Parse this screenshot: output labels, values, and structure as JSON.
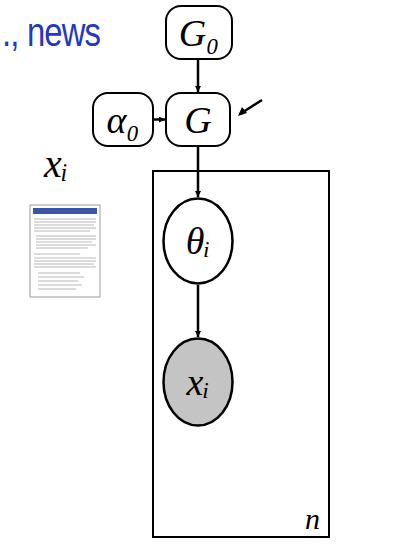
{
  "diagram": {
    "nodes": [
      {
        "text": [
          "G₀"
        ]
      },
      {
        "text": [
          "α₀"
        ]
      },
      {
        "text": [
          "G"
        ]
      },
      {
        "text": [
          "n"
        ]
      },
      {
        "text": [
          "θᵢ"
        ],
        "in": 3
      },
      {
        "text": [
          "xᵢ"
        ],
        "in": 3
      }
    ],
    "edges": [
      {
        "from": 0,
        "to": 2,
        "arrow": "to"
      },
      {
        "from": 1,
        "to": 2,
        "arrow": "to"
      },
      {
        "from": 2,
        "to": 4,
        "arrow": "to"
      },
      {
        "from": 4,
        "to": 5,
        "arrow": "to"
      }
    ],
    "labels": [
      "., news",
      "xᵢ"
    ]
  }
}
